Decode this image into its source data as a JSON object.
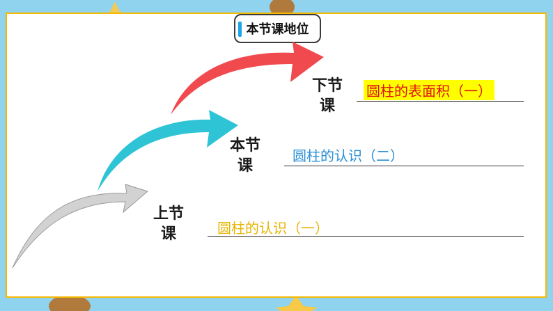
{
  "title": "本节课地位",
  "steps": [
    {
      "label_line1": "上节",
      "label_line2": "课",
      "lesson": "圆柱的认识（一）",
      "color": "#e8b400"
    },
    {
      "label_line1": "本节",
      "label_line2": "课",
      "lesson": "圆柱的认识（二）",
      "color": "#2a8fd6"
    },
    {
      "label_line1": "下节",
      "label_line2": "课",
      "lesson": "圆柱的表面积（一）",
      "color": "#e01010",
      "highlight": "#ffff00"
    }
  ],
  "colors": {
    "background": "#8fd3ee",
    "card_border": "#f5b800",
    "arrow_gray": "#cfcfcf",
    "arrow_teal": "#2ec4d6",
    "arrow_red": "#f04a4f"
  }
}
